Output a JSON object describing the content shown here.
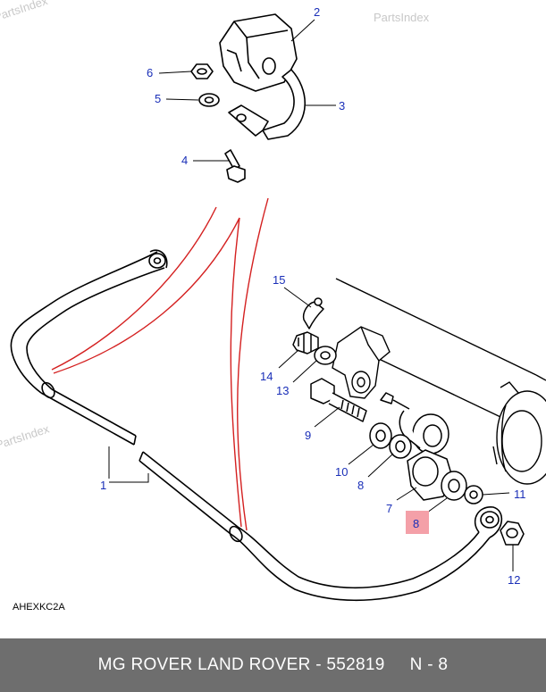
{
  "watermarks": [
    "PartsIndex",
    "PartsIndex",
    "PartsIndex"
  ],
  "diagram_code": "AHEXKC2A",
  "callouts": [
    {
      "id": "2",
      "label": "2"
    },
    {
      "id": "3",
      "label": "3"
    },
    {
      "id": "4",
      "label": "4"
    },
    {
      "id": "5",
      "label": "5"
    },
    {
      "id": "6",
      "label": "6"
    },
    {
      "id": "15",
      "label": "15"
    },
    {
      "id": "14",
      "label": "14"
    },
    {
      "id": "13",
      "label": "13"
    },
    {
      "id": "9",
      "label": "9"
    },
    {
      "id": "10",
      "label": "10"
    },
    {
      "id": "8a",
      "label": "8"
    },
    {
      "id": "7",
      "label": "7"
    },
    {
      "id": "8b",
      "label": "8",
      "highlighted": true
    },
    {
      "id": "11",
      "label": "11"
    },
    {
      "id": "12",
      "label": "12"
    },
    {
      "id": "1",
      "label": "1"
    }
  ],
  "colors": {
    "callout_text": "#1a2fb8",
    "highlight_fill": "#f4a0a8",
    "red_guide": "#d42020",
    "footer_bg": "#6e6e6e",
    "footer_text": "#ffffff"
  },
  "footer": {
    "text": "MG ROVER LAND ROVER - 552819",
    "page": "N - 8"
  }
}
